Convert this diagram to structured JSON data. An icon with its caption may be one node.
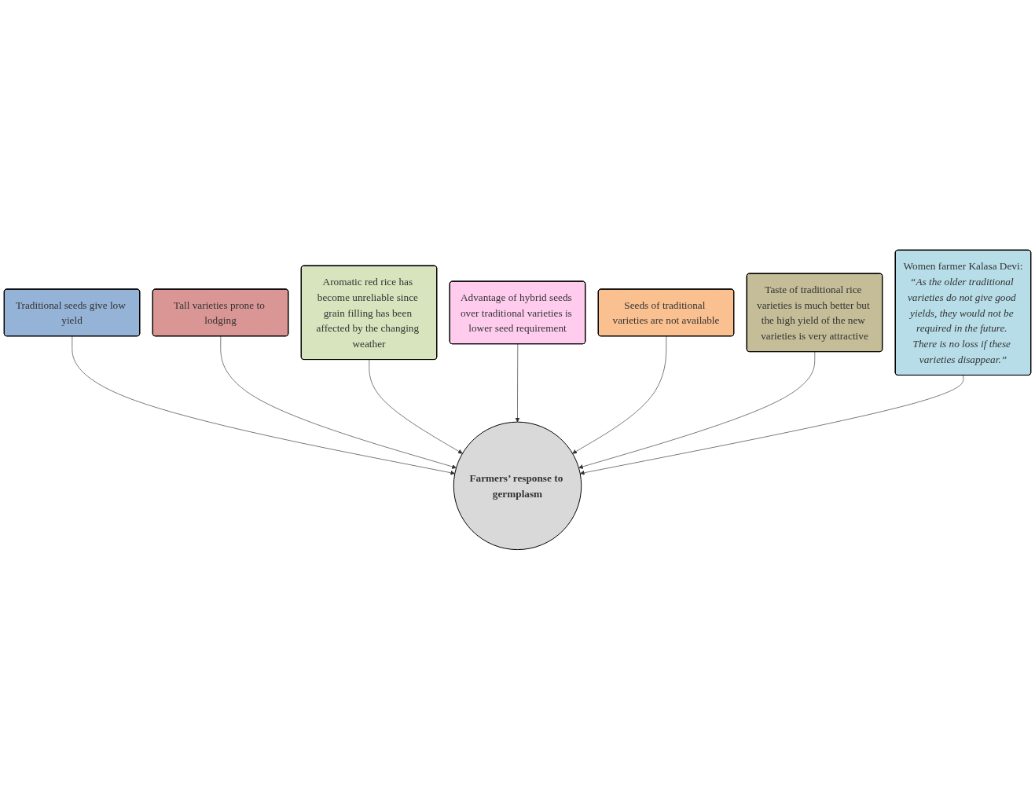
{
  "diagram": {
    "nodes": [
      {
        "text": [
          "Farmers’ response to germplasm"
        ]
      },
      {
        "text": [
          "Traditional seeds give low yield"
        ]
      },
      {
        "text": [
          "Tall varieties prone to lodging"
        ]
      },
      {
        "text": [
          "Aromatic red rice has become unreliable since grain filling has been affected by the changing weather"
        ]
      },
      {
        "text": [
          "Advantage of hybrid seeds over traditional varieties is lower seed requirement"
        ]
      },
      {
        "text": [
          "Seeds of traditional varieties are not available"
        ]
      },
      {
        "text": [
          "Taste of traditional rice varieties is much better but the high yield of the new varieties is very attractive"
        ]
      },
      {
        "text": [
          "Women farmer Kalasa Devi:",
          "“As the older traditional varieties do not give good yields, they would not be required in the future. There is no loss if these varieties disappear.”"
        ]
      }
    ],
    "edges": [
      {
        "from": 1,
        "to": 0,
        "arrow": "to"
      },
      {
        "from": 2,
        "to": 0,
        "arrow": "to"
      },
      {
        "from": 3,
        "to": 0,
        "arrow": "to"
      },
      {
        "from": 4,
        "to": 0,
        "arrow": "to"
      },
      {
        "from": 5,
        "to": 0,
        "arrow": "to"
      },
      {
        "from": 6,
        "to": 0,
        "arrow": "to"
      },
      {
        "from": 7,
        "to": 0,
        "arrow": "to"
      }
    ]
  }
}
